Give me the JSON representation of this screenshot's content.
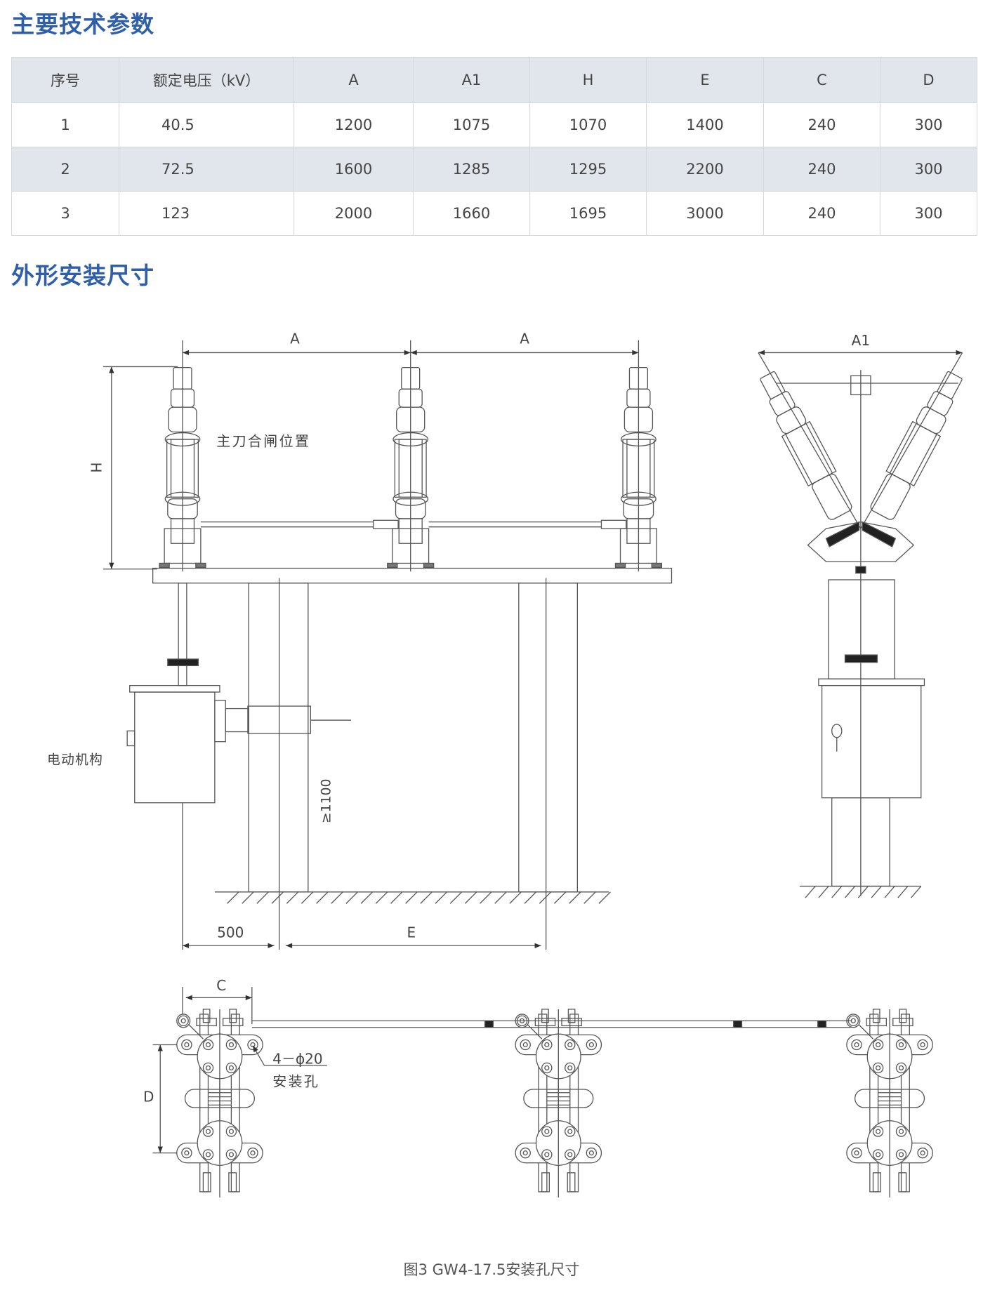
{
  "section1_title": "主要技术参数",
  "section2_title": "外形安装尺寸",
  "table": {
    "headers": [
      "序号",
      "额定电压（kV）",
      "A",
      "A1",
      "H",
      "E",
      "C",
      "D"
    ],
    "rows": [
      [
        "1",
        "40.5",
        "1200",
        "1075",
        "1070",
        "1400",
        "240",
        "300"
      ],
      [
        "2",
        "72.5",
        "1600",
        "1285",
        "1295",
        "2200",
        "240",
        "300"
      ],
      [
        "3",
        "123",
        "2000",
        "1660",
        "1695",
        "3000",
        "240",
        "300"
      ]
    ]
  },
  "drawing": {
    "dim_A": "A",
    "dim_A1": "A1",
    "dim_H": "H",
    "dim_E": "E",
    "dim_500": "500",
    "dim_1100": "≥1100",
    "dim_C": "C",
    "dim_D": "D",
    "label_closed_position": "主刀合闸位置",
    "label_motor": "电动机构",
    "label_holes": "4－ϕ20",
    "label_holes_sub": "安装孔"
  },
  "caption": "图3 GW4-17.5安装孔尺寸",
  "colors": {
    "title": "#2f5fa9",
    "header_bg": "#e1e6ed",
    "line": "#555555"
  }
}
